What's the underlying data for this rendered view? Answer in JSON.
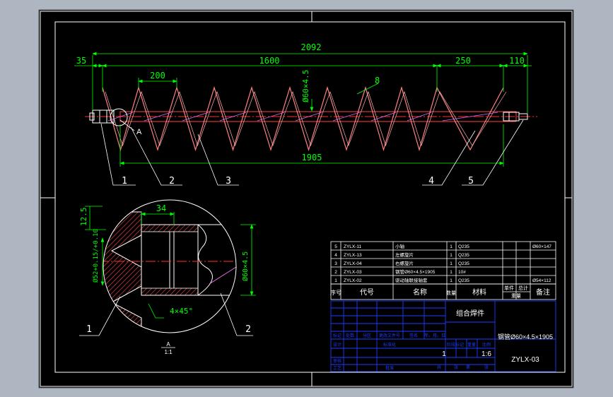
{
  "colors": {
    "background": "#000000",
    "frame": "#ffffff",
    "dimension": "#00ff00",
    "centerline": "#ff3030",
    "outline": "#ffffff",
    "title_block": "#1e3cff",
    "hatch": "#ff4a4a",
    "flight": "#ff8080"
  },
  "dimensions": {
    "overall_length": "2092",
    "left_end": "35",
    "flight_span": "1600",
    "flight_tail": "250",
    "right_end": "110",
    "pitch": "200",
    "pipe_length": "1905",
    "pipe_diameter": "Ø60×4.5",
    "flight_label": "8",
    "section_marker": "A"
  },
  "balloons": [
    "1",
    "2",
    "3",
    "4",
    "5"
  ],
  "detail": {
    "dim_width": "34",
    "dim_chamfer_height": "12.5",
    "dim_bore": "Ø52+0.15/+0.10",
    "dim_pipe": "Ø60×4.5",
    "chamfer": "4×45°",
    "balloons": [
      "1",
      "2"
    ],
    "view_label": "A",
    "view_scale": "1:1"
  },
  "bom": {
    "rows": [
      {
        "no": "5",
        "code": "ZYLX-11",
        "name": "小轴",
        "qty": "1",
        "material": "Q235",
        "note": "Ø60×147"
      },
      {
        "no": "4",
        "code": "ZYLX-13",
        "name": "左螺旋片",
        "qty": "1",
        "material": "Q235",
        "note": ""
      },
      {
        "no": "3",
        "code": "ZYLX-04",
        "name": "右螺旋片",
        "qty": "1",
        "material": "Q235",
        "note": ""
      },
      {
        "no": "2",
        "code": "ZYLX-03",
        "name": "钢管Ø60×4.5×1905",
        "qty": "1",
        "material": "10#",
        "note": ""
      },
      {
        "no": "1",
        "code": "ZYLX-02",
        "name": "驱动轴联接轴套",
        "qty": "1",
        "material": "Q235",
        "note": "Ø54×112"
      }
    ],
    "header": {
      "no": "序号",
      "code": "代号",
      "name": "名称",
      "qty": "数量",
      "material": "材料",
      "unit_weight": "单件",
      "total_weight": "总计",
      "weight": "重量",
      "note": "备注"
    }
  },
  "title_block": {
    "assembly": "组合焊件",
    "part": "钢管Ø60×4.5×1905",
    "code": "ZYLX-03",
    "sheet_qty": "1",
    "scale": "1:6",
    "label_mark": "标记",
    "label_count": "处数",
    "label_zone": "分区",
    "label_change_doc": "更改文件号",
    "label_sign": "签名",
    "label_date": "年、月、日",
    "label_design": "设计",
    "label_standard": "标准化",
    "label_stage": "阶段标记",
    "label_weight": "重量",
    "label_ratio": "比例",
    "label_review": "审核",
    "label_process": "工艺",
    "label_approve": "批准",
    "label_sheets_total": "共",
    "label_sheet": "张",
    "label_sheet_no": "第"
  }
}
